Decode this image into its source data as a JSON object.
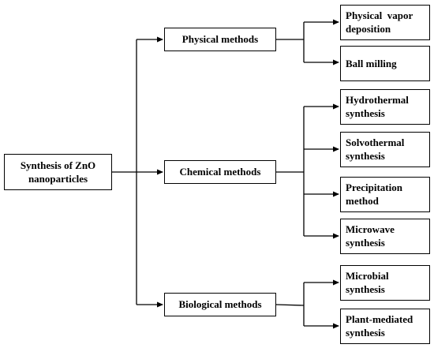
{
  "root": {
    "line1": "Synthesis of ZnO",
    "line2": "nanoparticles"
  },
  "categories": [
    {
      "label": "Physical methods",
      "children": [
        {
          "line1": "Physical  vapor",
          "line2": "deposition"
        },
        {
          "line1": "Ball milling",
          "line2": ""
        }
      ]
    },
    {
      "label": "Chemical methods",
      "children": [
        {
          "line1": "Hydrothermal",
          "line2": "synthesis"
        },
        {
          "line1": "Solvothermal",
          "line2": "synthesis"
        },
        {
          "line1": "Precipitation",
          "line2": "method"
        },
        {
          "line1": "Microwave",
          "line2": "synthesis"
        }
      ]
    },
    {
      "label": "Biological methods",
      "children": [
        {
          "line1": "Microbial",
          "line2": "synthesis"
        },
        {
          "line1": "Plant-mediated",
          "line2": "synthesis"
        }
      ]
    }
  ]
}
